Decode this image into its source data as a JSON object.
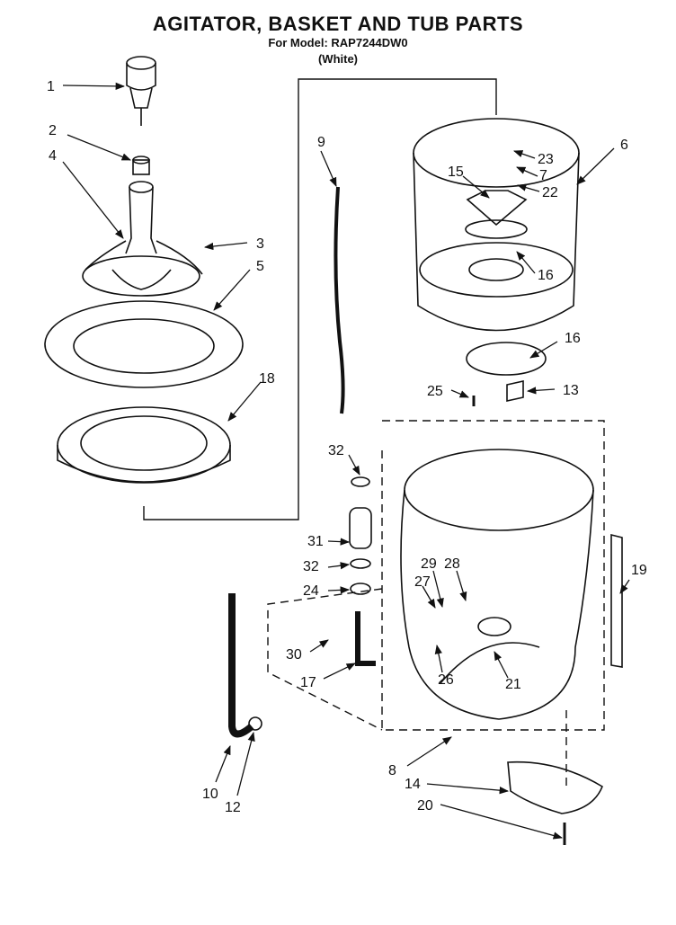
{
  "header": {
    "title": "AGITATOR, BASKET AND TUB PARTS",
    "model": "For Model: RAP7244DW0",
    "color": "(White)"
  },
  "callouts": [
    {
      "id": "c1",
      "label": "1"
    },
    {
      "id": "c2",
      "label": "2"
    },
    {
      "id": "c4",
      "label": "4"
    },
    {
      "id": "c3",
      "label": "3"
    },
    {
      "id": "c5",
      "label": "5"
    },
    {
      "id": "c18",
      "label": "18"
    },
    {
      "id": "c9",
      "label": "9"
    },
    {
      "id": "c6",
      "label": "6"
    },
    {
      "id": "c23",
      "label": "23"
    },
    {
      "id": "c7",
      "label": "7"
    },
    {
      "id": "c15",
      "label": "15"
    },
    {
      "id": "c22",
      "label": "22"
    },
    {
      "id": "c16a",
      "label": "16"
    },
    {
      "id": "c16b",
      "label": "16"
    },
    {
      "id": "c25",
      "label": "25"
    },
    {
      "id": "c13",
      "label": "13"
    },
    {
      "id": "c32a",
      "label": "32"
    },
    {
      "id": "c31",
      "label": "31"
    },
    {
      "id": "c32b",
      "label": "32"
    },
    {
      "id": "c24",
      "label": "24"
    },
    {
      "id": "c29",
      "label": "29"
    },
    {
      "id": "c28",
      "label": "28"
    },
    {
      "id": "c27",
      "label": "27"
    },
    {
      "id": "c19",
      "label": "19"
    },
    {
      "id": "c30",
      "label": "30"
    },
    {
      "id": "c17",
      "label": "17"
    },
    {
      "id": "c26",
      "label": "26"
    },
    {
      "id": "c21",
      "label": "21"
    },
    {
      "id": "c8",
      "label": "8"
    },
    {
      "id": "c14",
      "label": "14"
    },
    {
      "id": "c20",
      "label": "20"
    },
    {
      "id": "c10",
      "label": "10"
    },
    {
      "id": "c12",
      "label": "12"
    }
  ]
}
